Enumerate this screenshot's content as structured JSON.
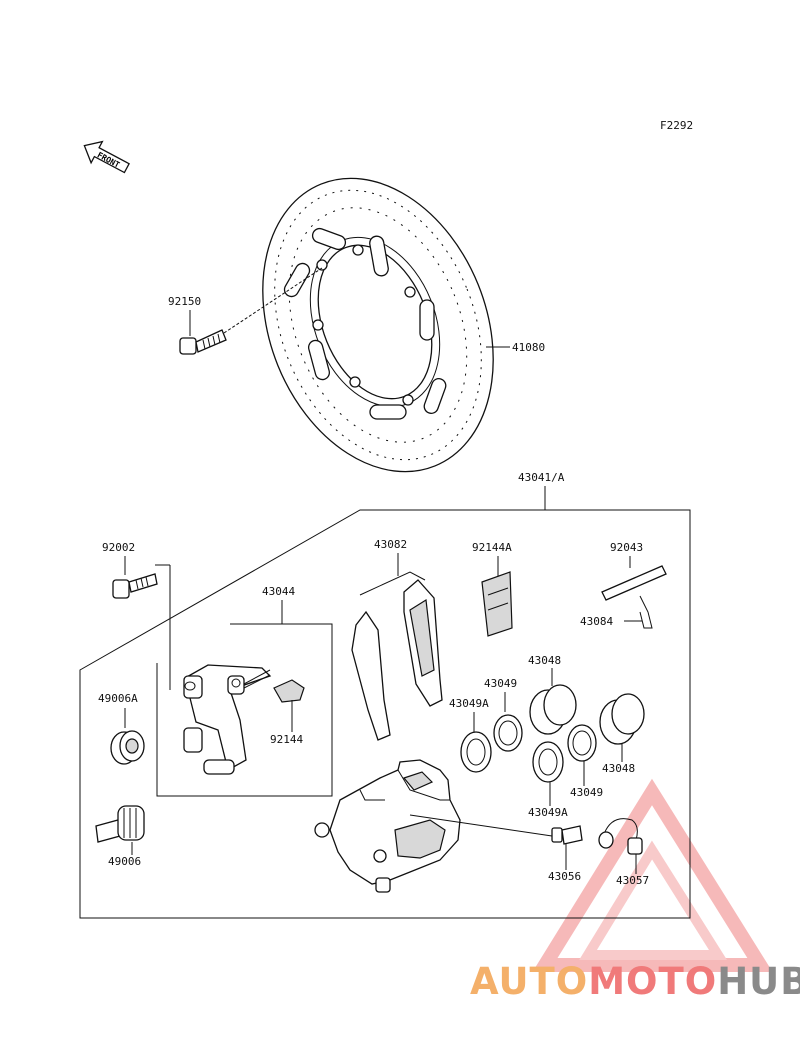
{
  "figure_code": "F2292",
  "front_label": "FRONT",
  "assembly_label": "43041/A",
  "parts": {
    "disc": "41080",
    "disc_bolt": "92150",
    "bleeder_bolt": "92002",
    "caliper_bracket": "43044",
    "pads": "43082",
    "pad_spring": "92144A",
    "pad_pin": "92043",
    "clip": "43084",
    "piston_upper": "43048",
    "seal_upper": "43049",
    "seal_upper_a": "43049A",
    "boot_a": "49006A",
    "bracket_spring": "92144",
    "piston_lower": "43048",
    "seal_lower": "43049",
    "seal_lower_a": "43049A",
    "guide_pin": "49006",
    "bleeder_valve": "43056",
    "cap": "43057"
  },
  "watermark": {
    "part1": "AUTO",
    "part2": "MOTO",
    "part3": "HUB"
  }
}
